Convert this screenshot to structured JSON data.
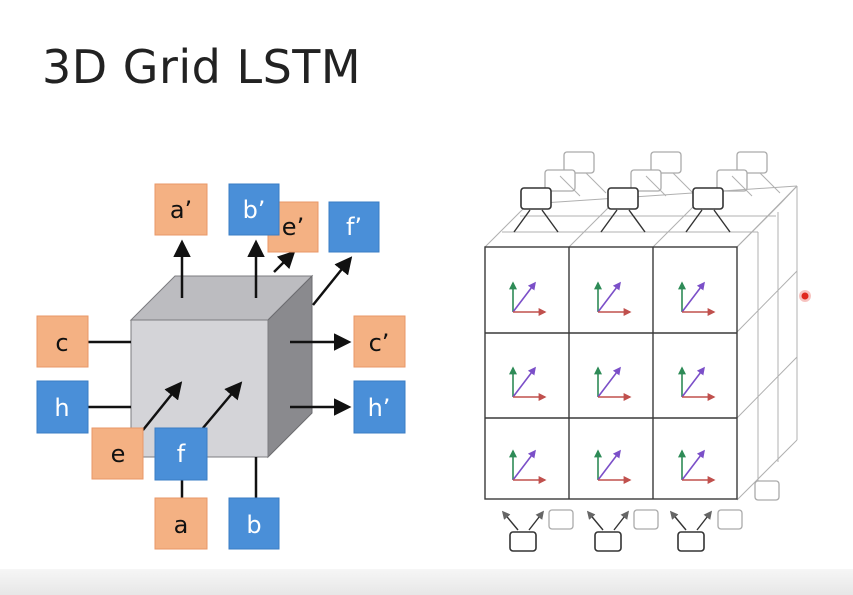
{
  "slide": {
    "title": "3D Grid LSTM"
  },
  "colors": {
    "orange_node": "#f4b183",
    "orange_border": "#e99767",
    "blue_node": "#4a8fd8",
    "blue_border": "#3a7cc4",
    "cube_front": "#d4d4d8",
    "cube_side": "#8a8a8e",
    "cube_top": "#bcbcc0",
    "pointer": "#e0291f"
  },
  "nodes": {
    "a_out": "a’",
    "b_out": "b’",
    "e_out": "e’",
    "f_out": "f’",
    "c_in": "c",
    "h_in": "h",
    "c_out": "c’",
    "h_out": "h’",
    "e_in": "e",
    "f_in": "f",
    "a_in": "a",
    "b_in": "b"
  }
}
